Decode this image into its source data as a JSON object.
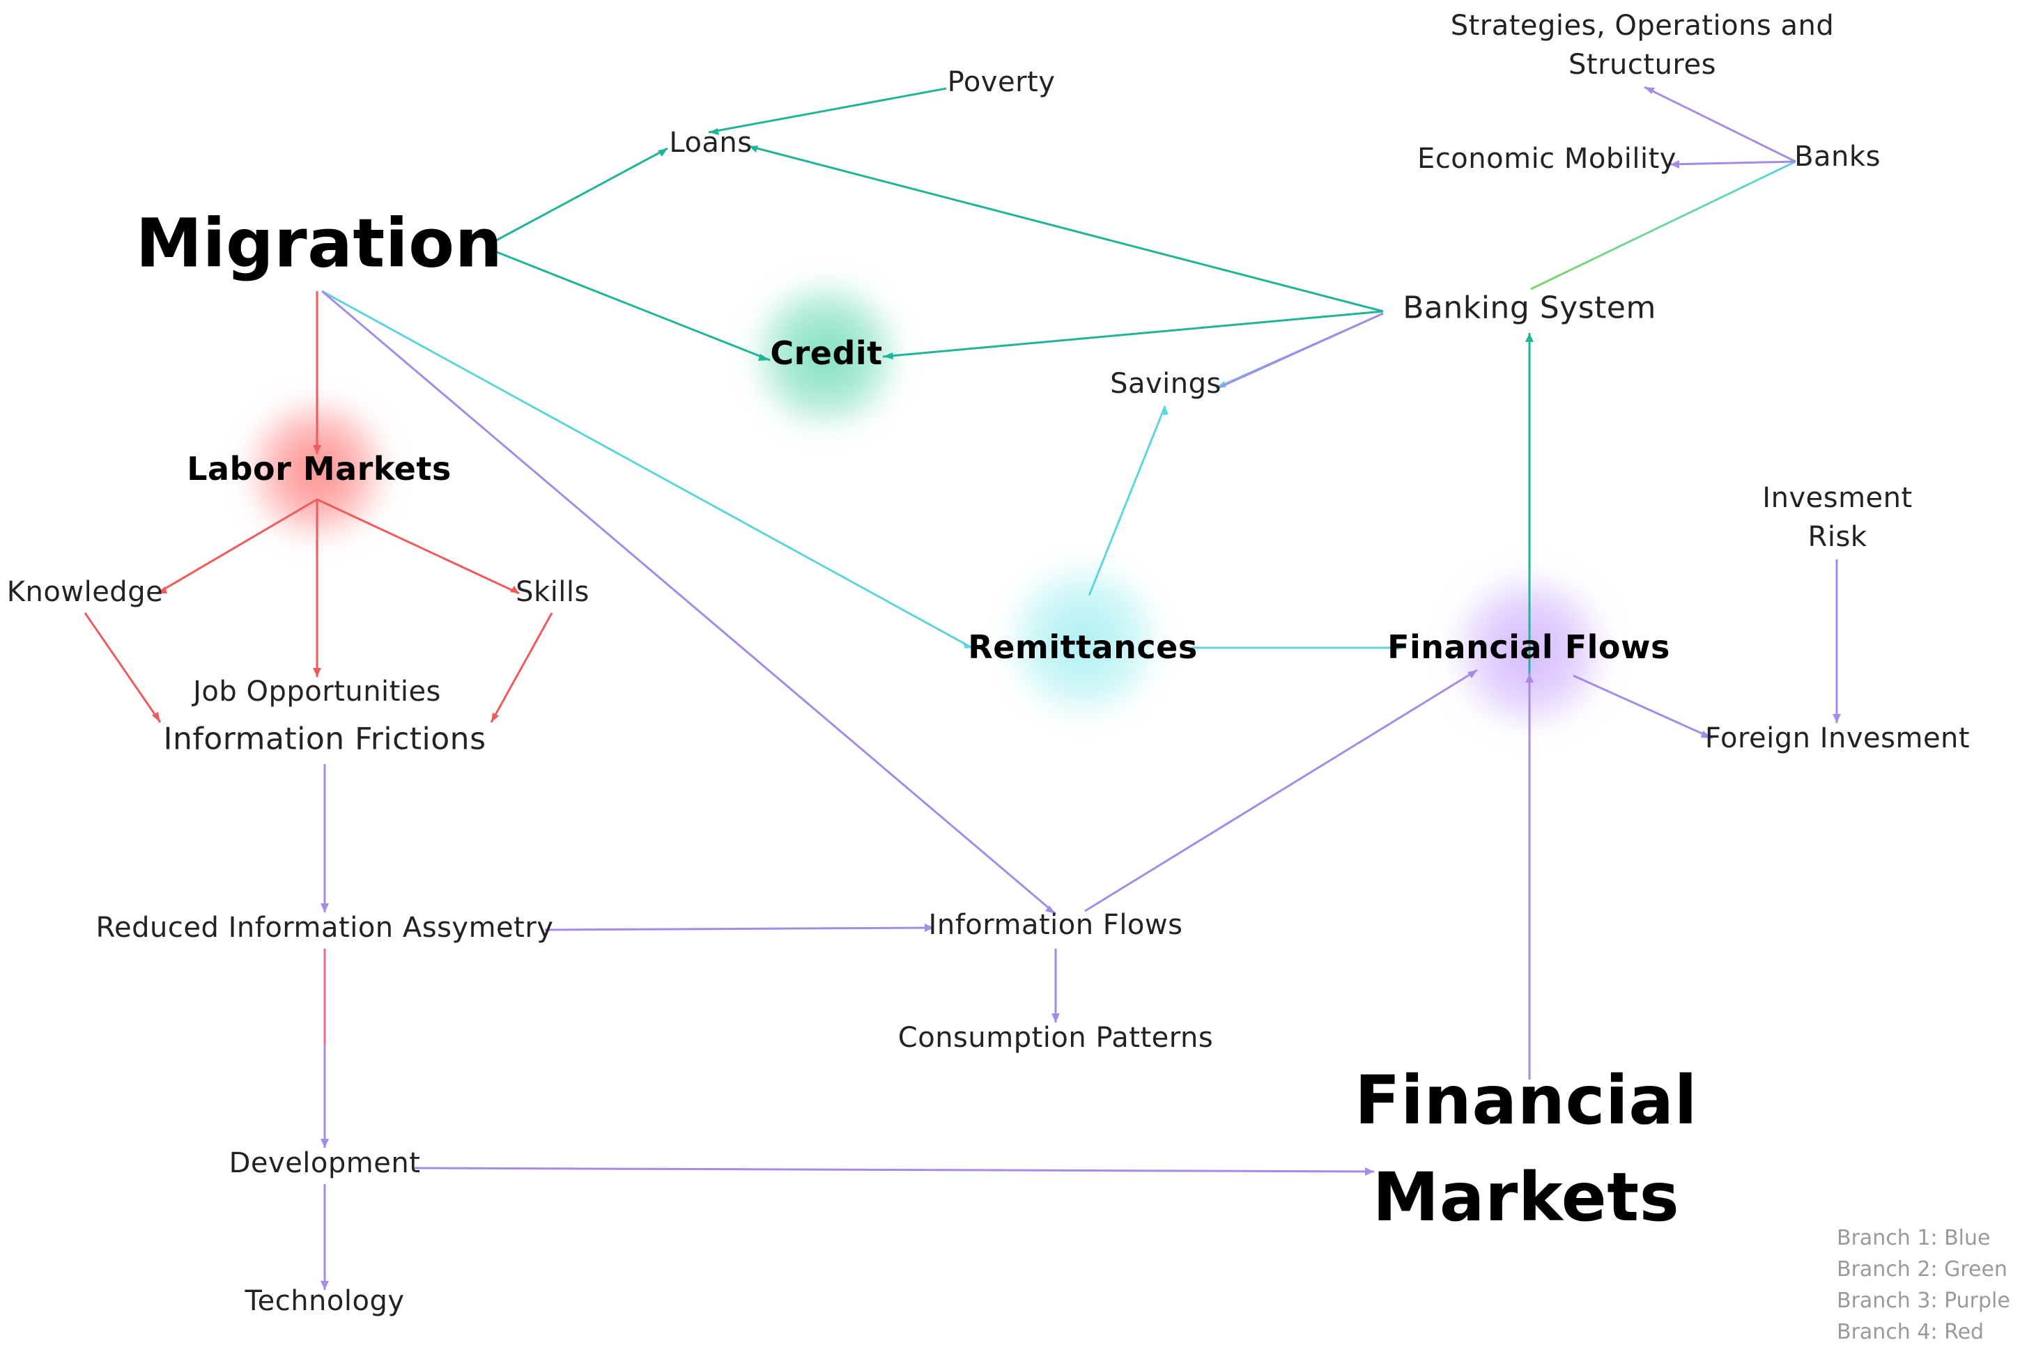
{
  "colors": {
    "blue": "#5ed4dc",
    "green": "#1fb596",
    "purple": "#a58be6",
    "red": "#ef5a5a",
    "halo_red": "#ff8a8a",
    "halo_green": "#7fdfbd",
    "halo_blue": "#aef0f2",
    "halo_purple": "#d4b8ff"
  },
  "nodes": {
    "migration": "Migration",
    "financial_markets_line1": "Financial",
    "financial_markets_line2": "Markets",
    "labor_markets": "Labor Markets",
    "credit": "Credit",
    "remittances": "Remittances",
    "financial_flows": "Financial Flows",
    "poverty": "Poverty",
    "loans": "Loans",
    "strategies": "Strategies, Operations and Structures",
    "economic_mobility": "Economic Mobility",
    "banks": "Banks",
    "banking_system": "Banking System",
    "savings": "Savings",
    "investment_risk": "Invesment Risk",
    "knowledge": "Knowledge",
    "skills": "Skills",
    "job_opportunities": "Job Opportunities",
    "information_frictions": "Information Frictions",
    "foreign_investment": "Foreign Invesment",
    "reduced_information_asymmetry": "Reduced Information Assymetry",
    "information_flows": "Information Flows",
    "consumption_patterns": "Consumption Patterns",
    "development": "Development",
    "technology": "Technology"
  },
  "legend": [
    "Branch 1: Blue",
    "Branch 2: Green",
    "Branch 3: Purple",
    "Branch 4: Red"
  ]
}
